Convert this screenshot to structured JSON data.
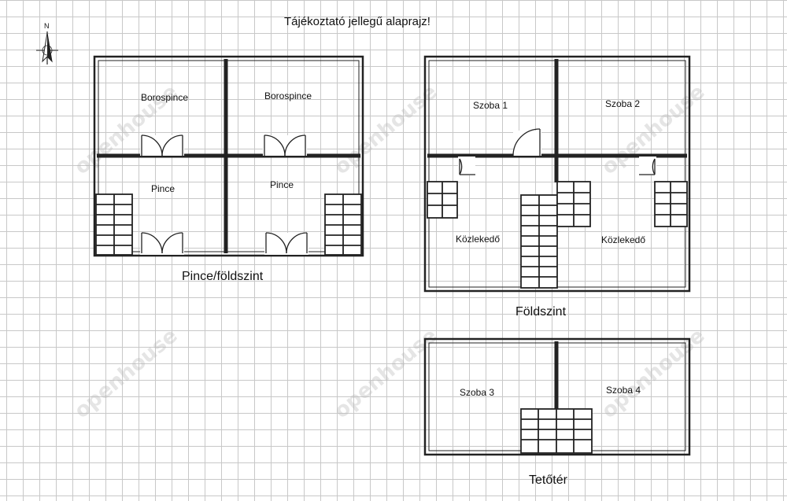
{
  "title": "Tájékoztató jellegű alaprajz!",
  "compass": {
    "letter": "N"
  },
  "watermark": "openhouse",
  "floors": {
    "basement": {
      "label": "Pince/földszint",
      "rooms": [
        "Borospince",
        "Borospince",
        "Pince",
        "Pince"
      ]
    },
    "ground": {
      "label": "Földszint",
      "rooms": [
        "Szoba 1",
        "Szoba 2",
        "Közlekedő",
        "Közlekedő"
      ]
    },
    "attic": {
      "label": "Tetőtér",
      "rooms": [
        "Szoba 3",
        "Szoba 4"
      ]
    }
  }
}
